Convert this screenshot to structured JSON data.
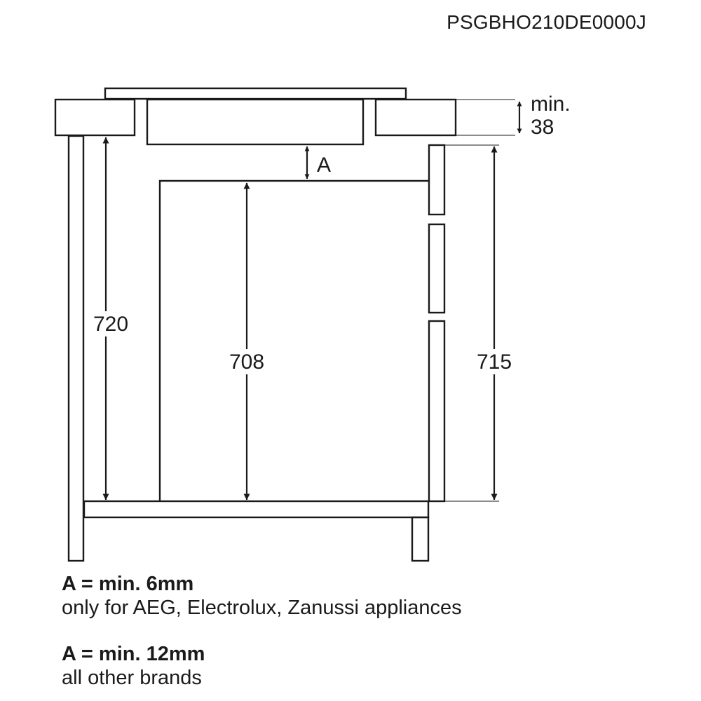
{
  "model_code": "PSGBHO210DE0000J",
  "dimensions": {
    "worktop_thickness_min_label": "min.",
    "worktop_thickness_value": "38",
    "gap_label": "A",
    "cabinet_height": "720",
    "appliance_height": "708",
    "side_panel_height": "715"
  },
  "notes": [
    {
      "heading": "A = min. 6mm",
      "text": "only for AEG, Electrolux, Zanussi appliances"
    },
    {
      "heading": "A = min. 12mm",
      "text": "all other brands"
    }
  ]
}
